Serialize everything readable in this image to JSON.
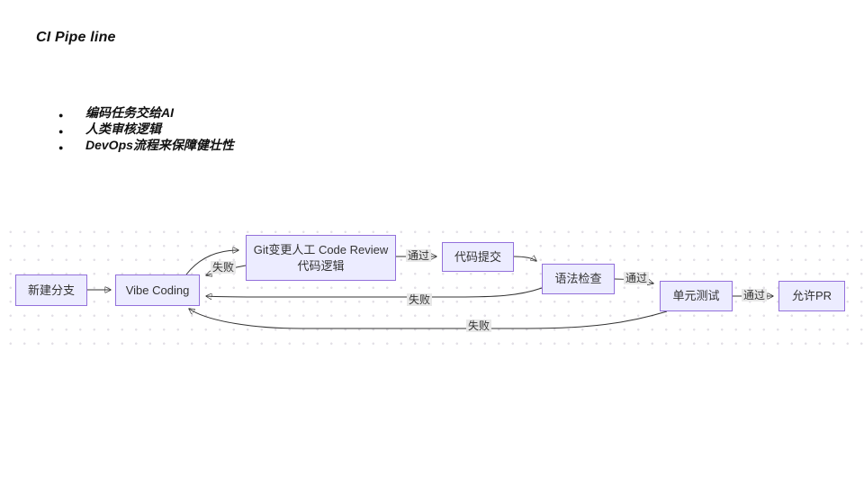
{
  "slide": {
    "title": "CI Pipe line",
    "bullets": [
      "编码任务交给AI",
      "人类审核逻辑",
      "DevOps流程来保障健壮性"
    ]
  },
  "diagram": {
    "nodes": [
      {
        "id": "new-branch",
        "label": "新建分支"
      },
      {
        "id": "vibe-coding",
        "label": "Vibe Coding"
      },
      {
        "id": "code-review",
        "label1": "Git变更人工 Code Review",
        "label2": "代码逻辑"
      },
      {
        "id": "code-commit",
        "label": "代码提交"
      },
      {
        "id": "syntax-check",
        "label": "语法检查"
      },
      {
        "id": "unit-test",
        "label": "单元测试"
      },
      {
        "id": "allow-pr",
        "label": "允许PR"
      }
    ],
    "edge_labels": {
      "pass_review": "通过",
      "fail_review": "失败",
      "pass_syntax": "通过",
      "fail_syntax": "失败",
      "pass_unit": "通过",
      "fail_unit": "失败"
    },
    "colors": {
      "node_fill": "#ECECFF",
      "node_border": "#9370DB",
      "edge": "#333333",
      "edge_label_bg": "#e8e8e8",
      "grid_dot": "#e2dfe6"
    }
  }
}
